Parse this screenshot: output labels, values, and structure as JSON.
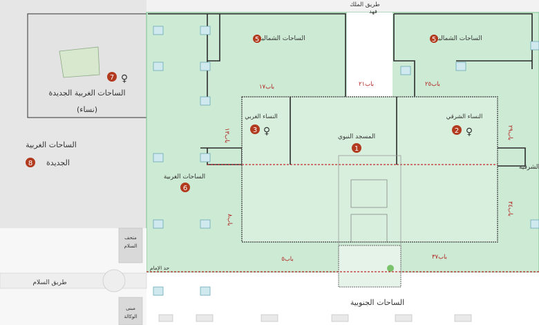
{
  "zones": {
    "north_west": {
      "label": "الساحات الشمالية",
      "number": "5"
    },
    "north_east": {
      "label": "الساحات الشمالية",
      "number": "5"
    },
    "west_yard": {
      "label": "الساحات الغربية",
      "number": "6"
    },
    "women_west": {
      "label": "النساء الغربي",
      "number": "3"
    },
    "women_east": {
      "label": "النساء الشرقي",
      "number": "2"
    },
    "mosque": {
      "label": "المسجد النبوي",
      "number": "1"
    },
    "east_yard": {
      "label": "الشرقية"
    },
    "south_yard": {
      "label": "الساحات الجنوبية"
    },
    "new_west_women": {
      "label_line1": "الساحات الغربية الجديدة",
      "label_line2": "(نساء)",
      "number": "7"
    },
    "new_west": {
      "label_line1": "الساحات الغربية",
      "label_line2": "الجديدة",
      "number": "8"
    }
  },
  "gates": {
    "g17": "باب١٧",
    "g21": "باب٢١",
    "g25": "باب٢٥",
    "g13": "باب١٣",
    "g29": "باب٢٩",
    "g8": "باب٨",
    "g34": "باب٣٤",
    "g5": "باب٥",
    "g37": "باب٣٧"
  },
  "roads": {
    "king_fahd_line1": "طريق الملك",
    "king_fahd_line2": "فهد",
    "salam": "طريق السلام"
  },
  "buildings": {
    "museum_line1": "متحف",
    "museum_line2": "السلام",
    "agency_line1": "مبنى",
    "agency_line2": "الوكالة"
  },
  "boundary_label": "حد الإمام",
  "colors": {
    "yard_fill": "#cdebd4",
    "yard_border": "#7cc08e",
    "grey_zone": "#e6e6e6",
    "marker": "#b23a1f",
    "gate_text": "#b11e1e"
  }
}
